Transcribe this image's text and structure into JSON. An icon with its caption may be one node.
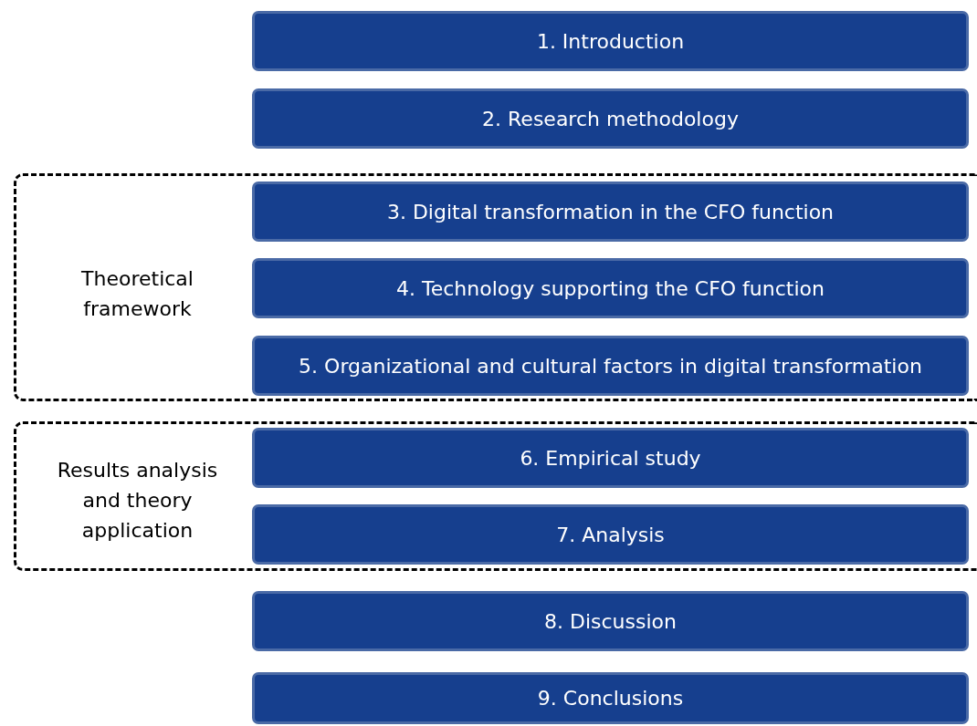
{
  "diagram": {
    "nodes": [
      {
        "text": [
          "1. Introduction"
        ]
      },
      {
        "text": [
          "2. Research methodology"
        ]
      },
      {
        "text": [
          "Theoretical framework"
        ]
      },
      {
        "text": [
          "3. Digital transformation in the CFO function"
        ],
        "in": 2
      },
      {
        "text": [
          "4. Technology supporting the CFO function"
        ],
        "in": 2
      },
      {
        "text": [
          "5. Organizational and cultural factors in digital transformation"
        ],
        "in": 2
      },
      {
        "text": [
          "Results analysis and theory application"
        ]
      },
      {
        "text": [
          "6. Empirical study"
        ],
        "in": 6
      },
      {
        "text": [
          "7. Analysis"
        ],
        "in": 6
      },
      {
        "text": [
          "8. Discussion"
        ]
      },
      {
        "text": [
          "9. Conclusions"
        ]
      }
    ]
  }
}
